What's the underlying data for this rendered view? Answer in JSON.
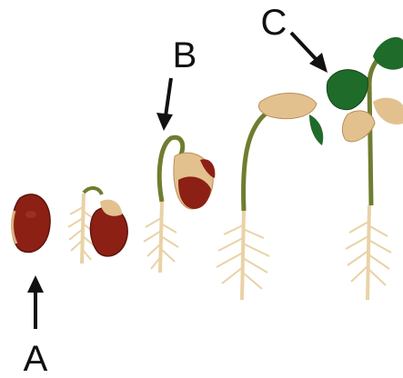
{
  "labels": {
    "a": "A",
    "b": "B",
    "c": "C"
  },
  "stages": [
    "seed",
    "radicle-emergence",
    "hypocotyl-hook",
    "seedling-emergence",
    "mature-seedling"
  ],
  "colors": {
    "seed_coat": "#8c2015",
    "cotyledon": "#e3c18f",
    "stem": "#6f7d30",
    "leaf": "#1f6b2a",
    "root": "#e9d2a6",
    "arrow": "#111111"
  }
}
